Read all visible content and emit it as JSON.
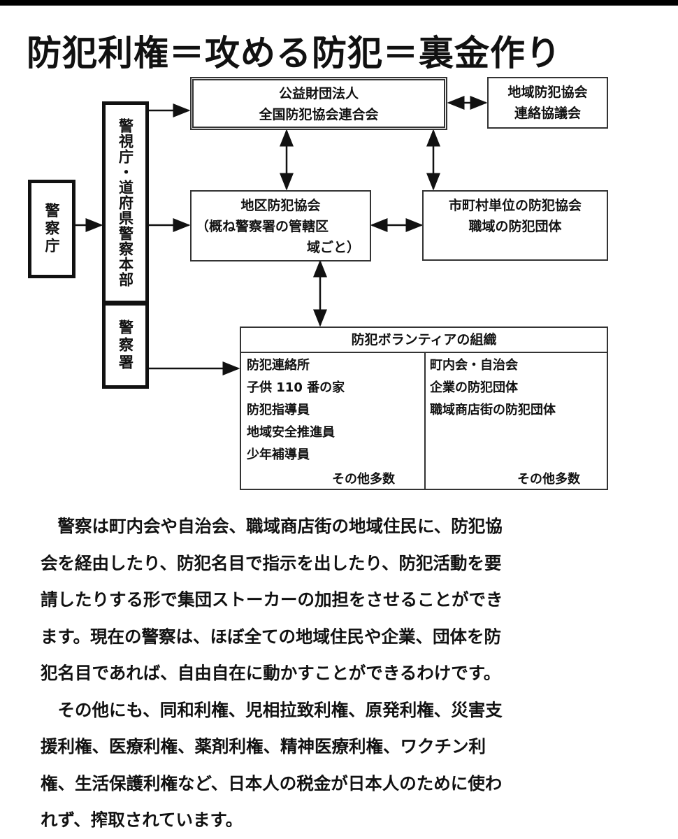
{
  "title": "防犯利権＝攻める防犯＝裏金作り",
  "diagram": {
    "national_assoc": [
      "公益財団法人",
      "全国防犯協会連合会"
    ],
    "regional_council": [
      "地域防犯協会",
      "連絡協議会"
    ],
    "npa": "警察庁",
    "prefectural_hq": "警視庁・道府県警察本部",
    "police_station": "警察署",
    "district_assoc": [
      "地区防犯協会",
      "（概ね警察署の管轄区",
      "域ごと）"
    ],
    "municipal_assoc": [
      "市町村単位の防犯協会",
      "職域の防犯団体"
    ],
    "volunteer": {
      "header": "防犯ボランティアの組織",
      "left": [
        "防犯連絡所",
        "子供 110 番の家",
        "防犯指導員",
        "地域安全推進員",
        "少年補導員"
      ],
      "left_more": "その他多数",
      "right": [
        "町内会・自治会",
        "企業の防犯団体",
        "職域商店街の防犯団体"
      ],
      "right_more": "その他多数"
    }
  },
  "body_lines": [
    "　警察は町内会や自治会、職域商店街の地域住民に、防犯協",
    "会を経由したり、防犯名目で指示を出したり、防犯活動を要",
    "請したりする形で集団ストーカーの加担をさせることができ",
    "ます。現在の警察は、ほぼ全ての地域住民や企業、団体を防",
    "犯名目であれば、自由自在に動かすことができるわけです。",
    "　その他にも、同和利権、児相拉致利権、原発利権、災害支",
    "援利権、医療利権、薬剤利権、精神医療利権、ワクチン利",
    "権、生活保護利権など、日本人の税金が日本人のために使わ",
    "れず、搾取されています。"
  ]
}
